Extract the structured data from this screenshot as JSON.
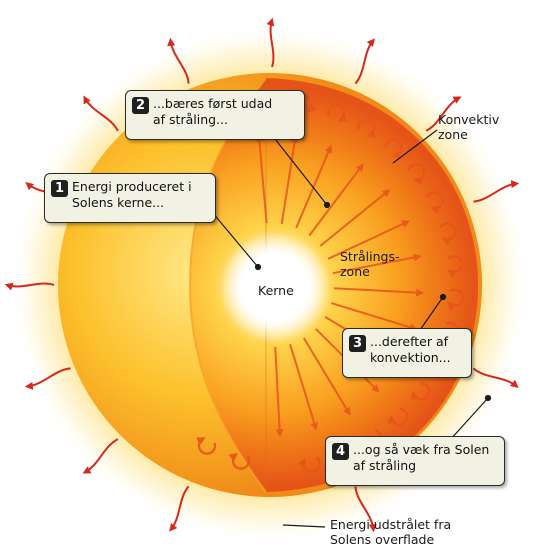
{
  "callouts": [
    {
      "number": "1",
      "text": "Energi produceret i\nSolens kerne..."
    },
    {
      "number": "2",
      "text": "...bæres først udad\naf stråling..."
    },
    {
      "number": "3",
      "text": "...derefter af\nkonvektion..."
    },
    {
      "number": "4",
      "text": "...og så væk fra Solen\naf stråling"
    }
  ],
  "labels": {
    "convective_zone": "Konvektiv\nzone",
    "radiative_zone": "Strålings-\nzone",
    "core": "Kerne",
    "surface_energy": "Energi udstrålet fra\nSolens overflade"
  },
  "colors": {
    "surface_yellow": "#fbb81f",
    "photosphere_orange": "#f5821f",
    "convective_red": "#e2401b",
    "core_white": "#ffffff",
    "ray_red": "#d8281c"
  },
  "icons": {
    "arrow": "curved-red-arrow"
  }
}
